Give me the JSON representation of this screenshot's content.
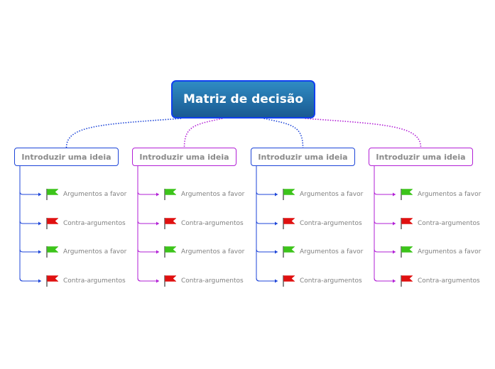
{
  "root": {
    "title": "Matriz de decisão"
  },
  "colors": {
    "blue": "#1c44d8",
    "purple": "#b21fd6",
    "flag_green": "#3cc41a",
    "flag_red": "#e01010"
  },
  "branches": [
    {
      "label": "Introduzir uma ideia",
      "color": "blue",
      "items": [
        {
          "label": "Argumentos a favor",
          "flag": "green-flag-icon"
        },
        {
          "label": "Contra-argumentos",
          "flag": "red-flag-icon"
        },
        {
          "label": "Argumentos a favor",
          "flag": "green-flag-icon"
        },
        {
          "label": "Contra-argumentos",
          "flag": "red-flag-icon"
        }
      ]
    },
    {
      "label": "Introduzir uma ideia",
      "color": "purple",
      "items": [
        {
          "label": "Argumentos a favor",
          "flag": "green-flag-icon"
        },
        {
          "label": "Contra-argumentos",
          "flag": "red-flag-icon"
        },
        {
          "label": "Argumentos a favor",
          "flag": "green-flag-icon"
        },
        {
          "label": "Contra-argumentos",
          "flag": "red-flag-icon"
        }
      ]
    },
    {
      "label": "Introduzir uma ideia",
      "color": "blue",
      "items": [
        {
          "label": "Argumentos a favor",
          "flag": "green-flag-icon"
        },
        {
          "label": "Contra-argumentos",
          "flag": "red-flag-icon"
        },
        {
          "label": "Argumentos a favor",
          "flag": "green-flag-icon"
        },
        {
          "label": "Contra-argumentos",
          "flag": "red-flag-icon"
        }
      ]
    },
    {
      "label": "Introduzir uma ideia",
      "color": "purple",
      "items": [
        {
          "label": "Argumentos a favor",
          "flag": "green-flag-icon"
        },
        {
          "label": "Contra-argumentos",
          "flag": "red-flag-icon"
        },
        {
          "label": "Argumentos a favor",
          "flag": "green-flag-icon"
        },
        {
          "label": "Contra-argumentos",
          "flag": "red-flag-icon"
        }
      ]
    }
  ]
}
